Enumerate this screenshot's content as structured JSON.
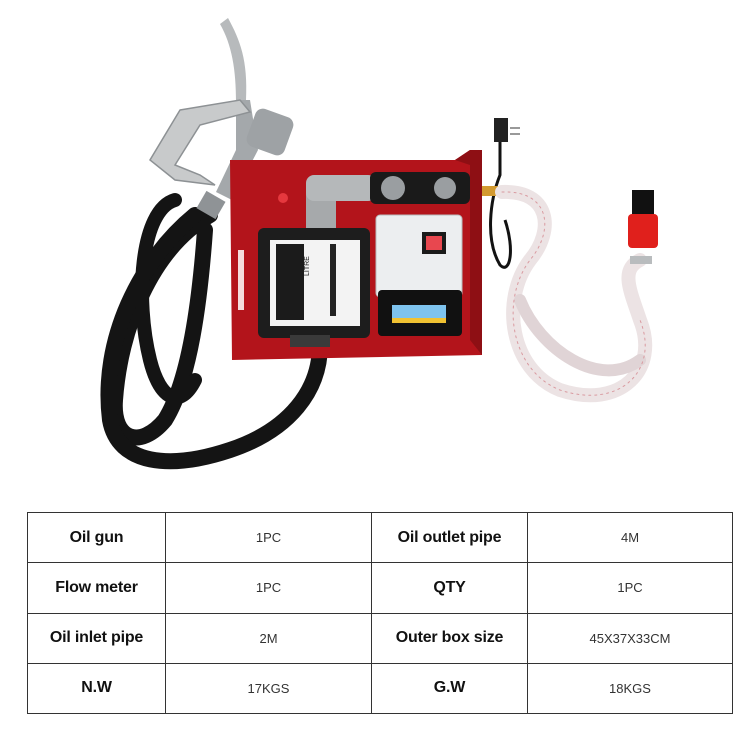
{
  "product_image": {
    "description": "Electric fuel transfer pump kit: red mounting bracket with pump motor, mechanical flow meter (LITRE), black delivery hose with aluminum nozzle gun, clear reinforced suction pipe with red filter, power cord with plug",
    "meter_label": "LITRE",
    "colors": {
      "bracket": "#b3141b",
      "hose": "#151515",
      "nozzle": "#a9adb0",
      "suction_pipe": "#e8dfe0",
      "filter": "#e0201c"
    }
  },
  "spec_table": {
    "rows": [
      [
        {
          "label": "Oil gun"
        },
        {
          "value": "1PC"
        },
        {
          "label": "Oil outlet pipe"
        },
        {
          "value": "4M"
        }
      ],
      [
        {
          "label": "Flow meter"
        },
        {
          "value": "1PC"
        },
        {
          "label": "QTY"
        },
        {
          "value": "1PC"
        }
      ],
      [
        {
          "label": "Oil inlet pipe"
        },
        {
          "value": "2M"
        },
        {
          "label": "Outer box size"
        },
        {
          "value": "45X37X33CM"
        }
      ],
      [
        {
          "label": "N.W"
        },
        {
          "value": "17KGS"
        },
        {
          "label": "G.W"
        },
        {
          "value": "18KGS"
        }
      ]
    ]
  }
}
